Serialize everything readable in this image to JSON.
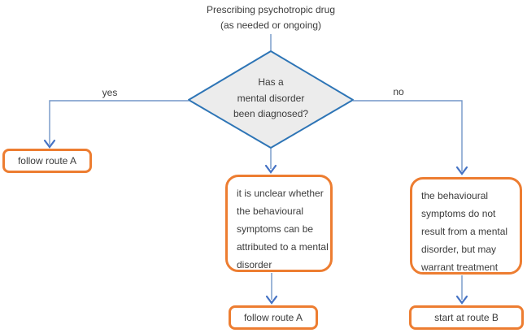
{
  "title": {
    "line1": "Prescribing psychotropic drug",
    "line2": "(as needed or ongoing)"
  },
  "decision": {
    "line1": "Has a",
    "line2": "mental disorder",
    "line3": "been diagnosed?"
  },
  "branches": {
    "yes_label": "yes",
    "no_label": "no"
  },
  "boxes": {
    "left_result": {
      "label": "follow route A"
    },
    "middle_note": {
      "lines": {
        "0": "it is unclear whether",
        "1": "the behavioural",
        "2": "symptoms can be",
        "3": "attributed to a mental",
        "4": "disorder"
      }
    },
    "right_note": {
      "lines": {
        "0": "the behavioural",
        "1": "symptoms do not",
        "2": "result from a mental",
        "3": "disorder, but may",
        "4": "warrant treatment"
      }
    },
    "middle_result": {
      "label": "follow route A"
    },
    "right_result": {
      "label": "start at route B"
    }
  },
  "colors": {
    "orange": "#ed7d31",
    "diamond_stroke": "#2e75b6",
    "diamond_fill": "#ececec",
    "connector_blue": "#7396c8",
    "arrow_blue": "#4472c4",
    "text": "#3b3b3b"
  }
}
